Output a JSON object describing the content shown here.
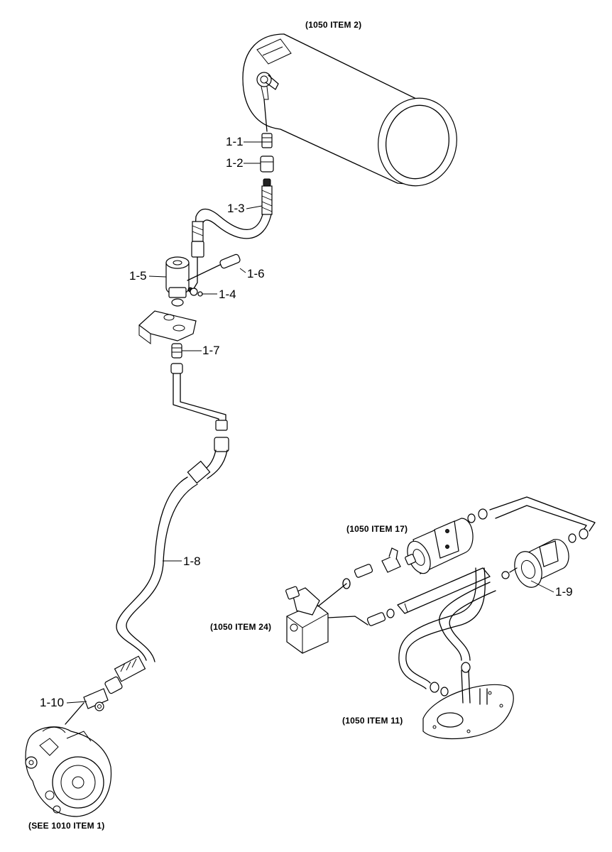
{
  "callouts": {
    "c1_1": "1-1",
    "c1_2": "1-2",
    "c1_3": "1-3",
    "c1_4": "1-4",
    "c1_5": "1-5",
    "c1_6": "1-6",
    "c1_7": "1-7",
    "c1_8": "1-8",
    "c1_9": "1-9",
    "c1_10": "1-10"
  },
  "references": {
    "tank": "(1050 ITEM 2)",
    "filter": "(1050 ITEM 17)",
    "valve_block": "(1050 ITEM 24)",
    "tank_plate": "(1050 ITEM 11)",
    "vaporizer": "(SEE 1010 ITEM 1)"
  }
}
